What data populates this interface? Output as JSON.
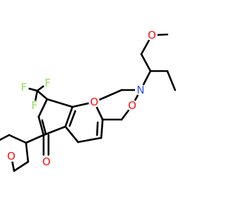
{
  "molecule": {
    "atoms": {
      "o_methoxy_top": "O",
      "n_ring": "N",
      "o_oxazine": "O",
      "o_pyran": "O",
      "f_1": "F",
      "f_2": "F",
      "f_3": "F",
      "o_ketone": "O",
      "o_methoxy_aryl": "O"
    },
    "colors": {
      "O": "#ff0d0d",
      "N": "#3050f8",
      "F": "#90e050",
      "bond": "#000000"
    }
  }
}
